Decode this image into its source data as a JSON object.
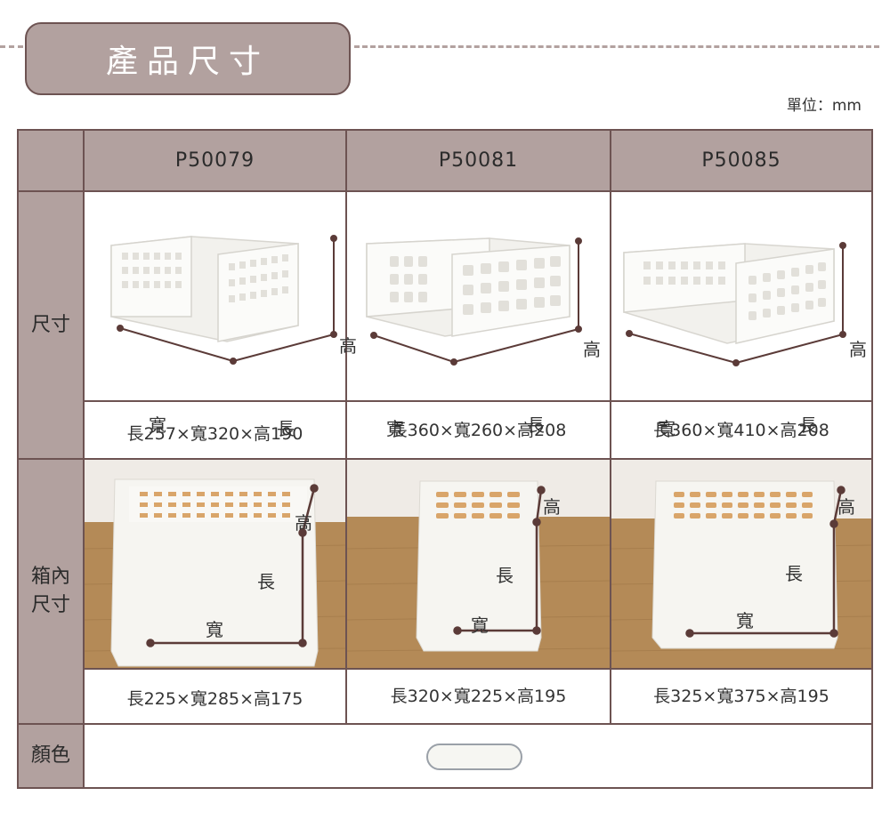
{
  "section_title": "產品尺寸",
  "unit_note": "單位：mm",
  "colors": {
    "accent": "#b2a19f",
    "border": "#6d5352",
    "dim_line": "#5b3b38",
    "wood": "#b48a57",
    "swatch_border": "#9aa0a8"
  },
  "models": [
    "P50079",
    "P50081",
    "P50085"
  ],
  "row_labels": {
    "size": "尺寸",
    "inner_line1": "箱內",
    "inner_line2": "尺寸",
    "color": "顏色"
  },
  "axis_labels": {
    "width": "寬",
    "length": "長",
    "height": "高"
  },
  "outer_dims": [
    "長257×寬320×高190",
    "長360×寬260×高208",
    "長360×寬410×高208"
  ],
  "inner_dims": [
    "長225×寬285×高175",
    "長320×寬225×高195",
    "長325×寬375×高195"
  ],
  "color_swatch": {
    "name": "white-swatch",
    "hex": "#f6f6f2"
  }
}
